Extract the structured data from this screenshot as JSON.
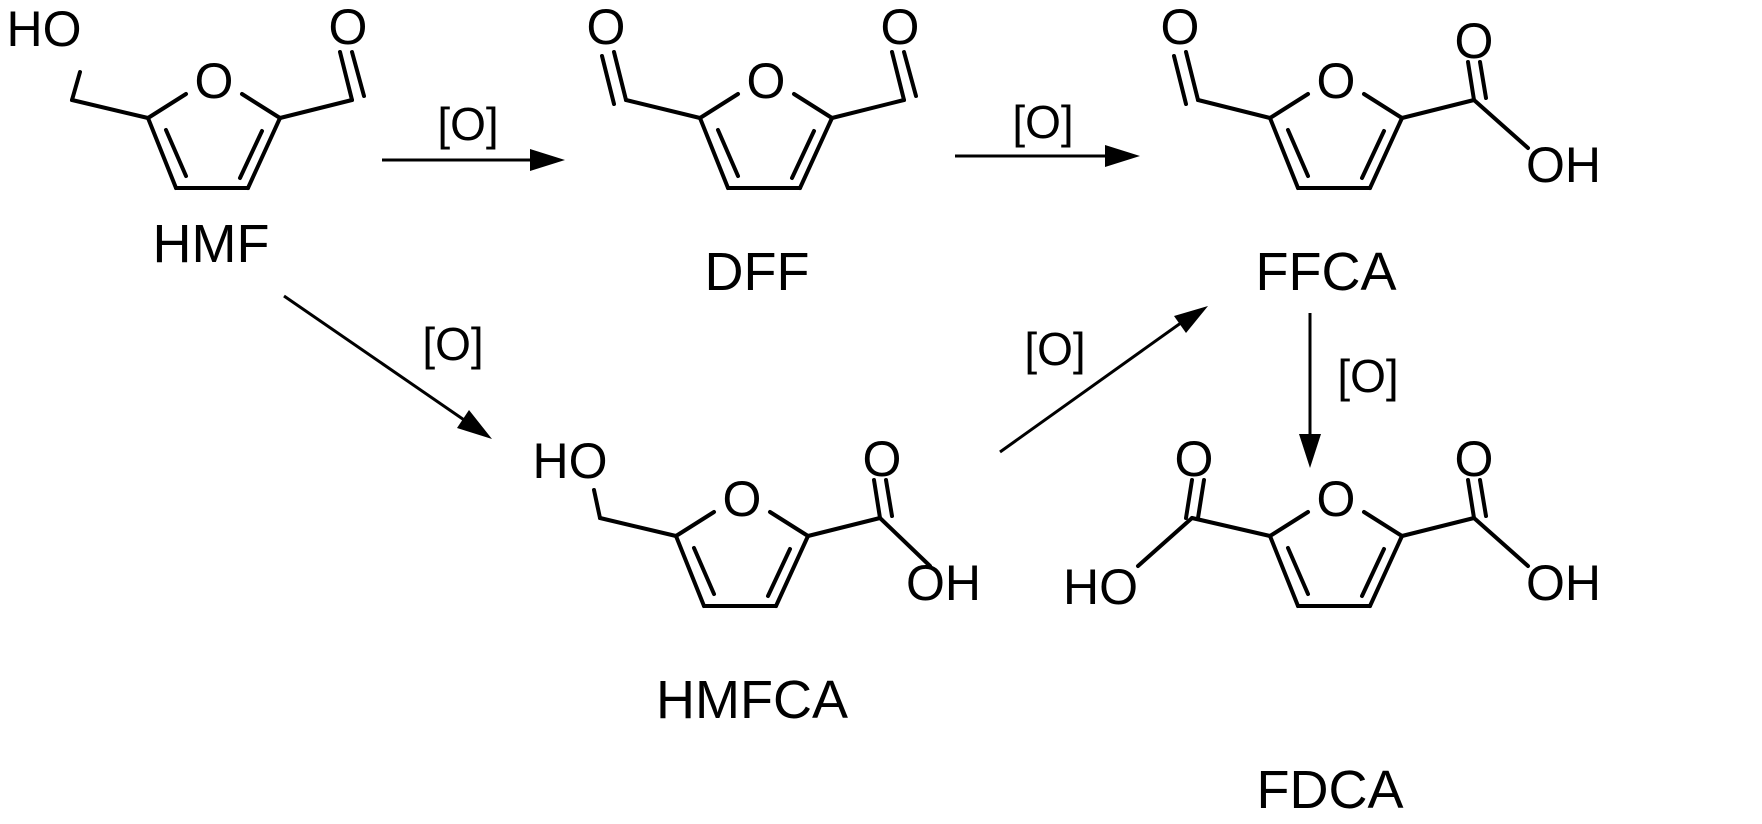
{
  "compounds": {
    "hmf": {
      "name": "HMF",
      "left_group": "HO",
      "ring_atom": "O",
      "right_o": "O"
    },
    "dff": {
      "name": "DFF",
      "left_o": "O",
      "ring_atom": "O",
      "right_o": "O"
    },
    "ffca": {
      "name": "FFCA",
      "left_o": "O",
      "ring_atom": "O",
      "right_o": "O",
      "right_oh": "OH"
    },
    "hmfca": {
      "name": "HMFCA",
      "left_group": "HO",
      "ring_atom": "O",
      "right_o": "O",
      "right_oh": "OH"
    },
    "fdca": {
      "name": "FDCA",
      "left_o": "O",
      "left_oh": "HO",
      "ring_atom": "O",
      "right_o": "O",
      "right_oh": "OH"
    }
  },
  "reagents": {
    "hmf_to_dff": "[O]",
    "dff_to_ffca": "[O]",
    "hmf_to_hmfca": "[O]",
    "hmfca_to_ffca": "[O]",
    "ffca_to_fdca": "[O]"
  },
  "colors": {
    "ink": "#000000",
    "background": "#ffffff"
  }
}
